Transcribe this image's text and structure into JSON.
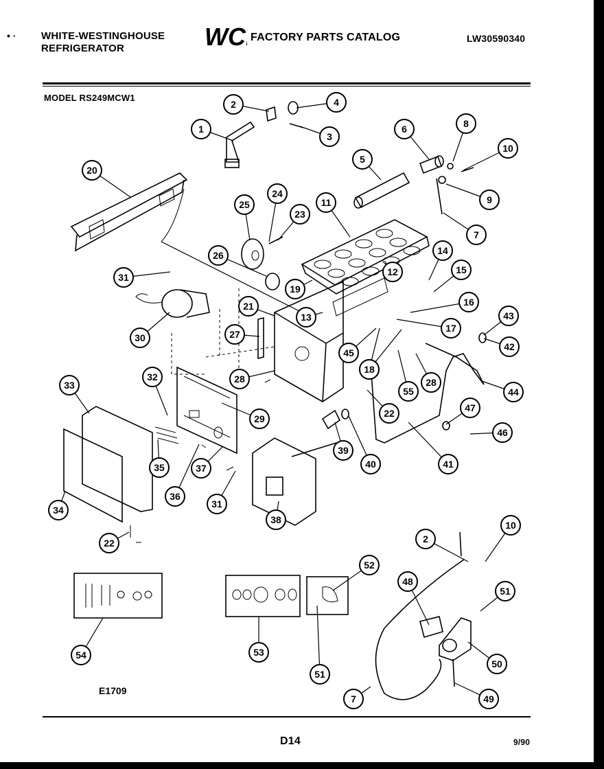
{
  "header": {
    "dot_mark": "• ·",
    "brand": "WHITE-WESTINGHOUSE",
    "product": "REFRIGERATOR",
    "logo_text": "WCI",
    "catalog_title": "FACTORY PARTS CATALOG",
    "document_number": "LW30590340"
  },
  "model_label": "MODEL RS249MCW1",
  "diagram": {
    "figure_code": "E1709",
    "callouts": [
      "1",
      "2",
      "3",
      "4",
      "5",
      "6",
      "7",
      "8",
      "9",
      "10",
      "11",
      "12",
      "13",
      "14",
      "15",
      "16",
      "17",
      "18",
      "19",
      "20",
      "21",
      "22",
      "23",
      "24",
      "25",
      "26",
      "27",
      "28",
      "29",
      "30",
      "31",
      "32",
      "33",
      "34",
      "35",
      "36",
      "37",
      "38",
      "39",
      "40",
      "41",
      "42",
      "43",
      "44",
      "45",
      "46",
      "47",
      "48",
      "49",
      "50",
      "51",
      "52",
      "53",
      "54",
      "55"
    ]
  },
  "footer": {
    "page_code": "D14",
    "date": "9/90"
  }
}
